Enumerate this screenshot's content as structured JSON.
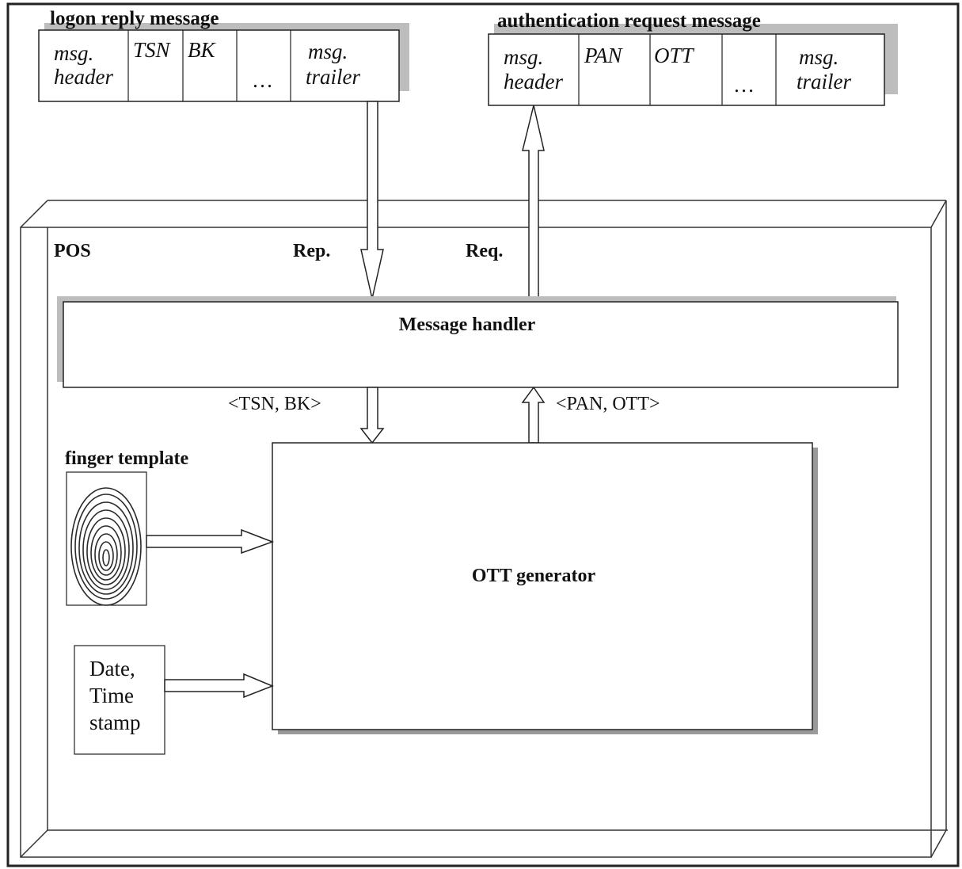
{
  "logon_reply": {
    "title": "logon reply message",
    "fields": [
      {
        "lines": [
          "msg.",
          "header"
        ]
      },
      {
        "lines": [
          "TSN"
        ]
      },
      {
        "lines": [
          "BK"
        ]
      },
      {
        "lines": [
          "…"
        ]
      },
      {
        "lines": [
          "msg.",
          "trailer"
        ]
      }
    ]
  },
  "auth_request": {
    "title": "authentication request message",
    "fields": [
      {
        "lines": [
          "msg.",
          "header"
        ]
      },
      {
        "lines": [
          "PAN"
        ]
      },
      {
        "lines": [
          "OTT"
        ]
      },
      {
        "lines": [
          "…"
        ]
      },
      {
        "lines": [
          "msg.",
          "trailer"
        ]
      }
    ]
  },
  "pos": {
    "label": "POS",
    "rep_label": "Rep.",
    "req_label": "Req."
  },
  "message_handler": {
    "label": "Message handler"
  },
  "handler_to_generator_label": "<TSN, BK>",
  "generator_to_handler_label": "<PAN, OTT>",
  "finger_template": {
    "label": "finger template"
  },
  "timestamp_box": {
    "lines": [
      "Date,",
      "Time",
      "stamp"
    ]
  },
  "ott_generator": {
    "label": "OTT generator"
  },
  "colors": {
    "shadow": "#bdbdbd",
    "line": "#222222",
    "background": "#ffffff"
  }
}
